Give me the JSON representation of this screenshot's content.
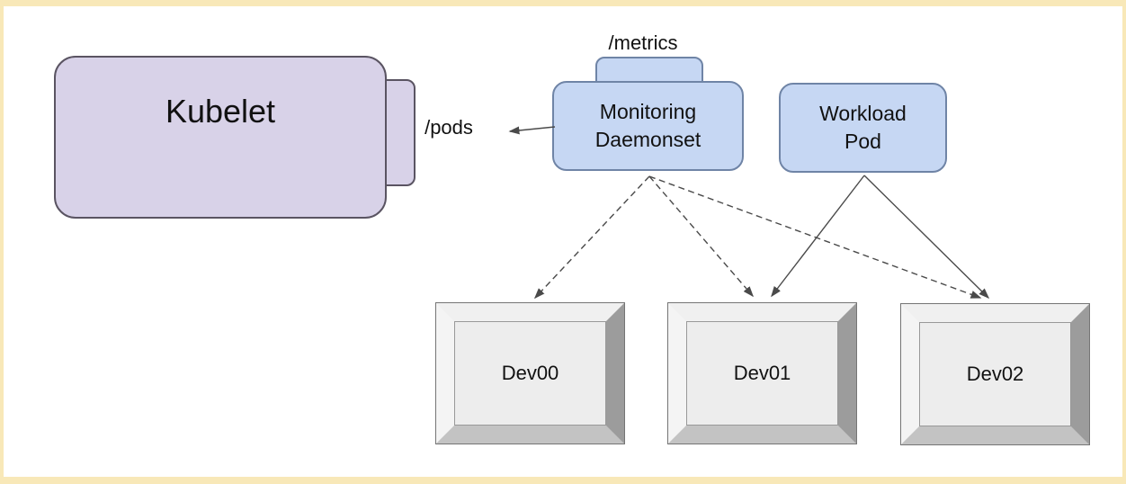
{
  "nodes": {
    "kubelet": {
      "label": "Kubelet",
      "endpoint_label": "/pods"
    },
    "monitoring_daemonset": {
      "line1": "Monitoring",
      "line2": "Daemonset",
      "endpoint_label": "/metrics"
    },
    "workload_pod": {
      "line1": "Workload",
      "line2": "Pod"
    },
    "devices": [
      {
        "label": "Dev00"
      },
      {
        "label": "Dev01"
      },
      {
        "label": "Dev02"
      }
    ]
  },
  "edges": [
    {
      "from": "monitoring_daemonset",
      "to": "kubelet./pods",
      "style": "solid-arrow"
    },
    {
      "from": "monitoring_daemonset",
      "to": "Dev00",
      "style": "dashed-arrow"
    },
    {
      "from": "monitoring_daemonset",
      "to": "Dev01",
      "style": "dashed-arrow"
    },
    {
      "from": "monitoring_daemonset",
      "to": "Dev02",
      "style": "dashed-arrow"
    },
    {
      "from": "workload_pod",
      "to": "Dev01",
      "style": "solid-arrow"
    },
    {
      "from": "workload_pod",
      "to": "Dev02",
      "style": "solid-arrow"
    }
  ],
  "colors": {
    "frame_border": "#f8e8b8",
    "canvas": "#ffffff",
    "kubelet_fill": "#d8d2e8",
    "kubelet_stroke": "#5a5462",
    "pod_fill": "#c6d7f3",
    "pod_stroke": "#6f84a6",
    "device_face": "#ededed",
    "connector": "#4a4a4a"
  }
}
